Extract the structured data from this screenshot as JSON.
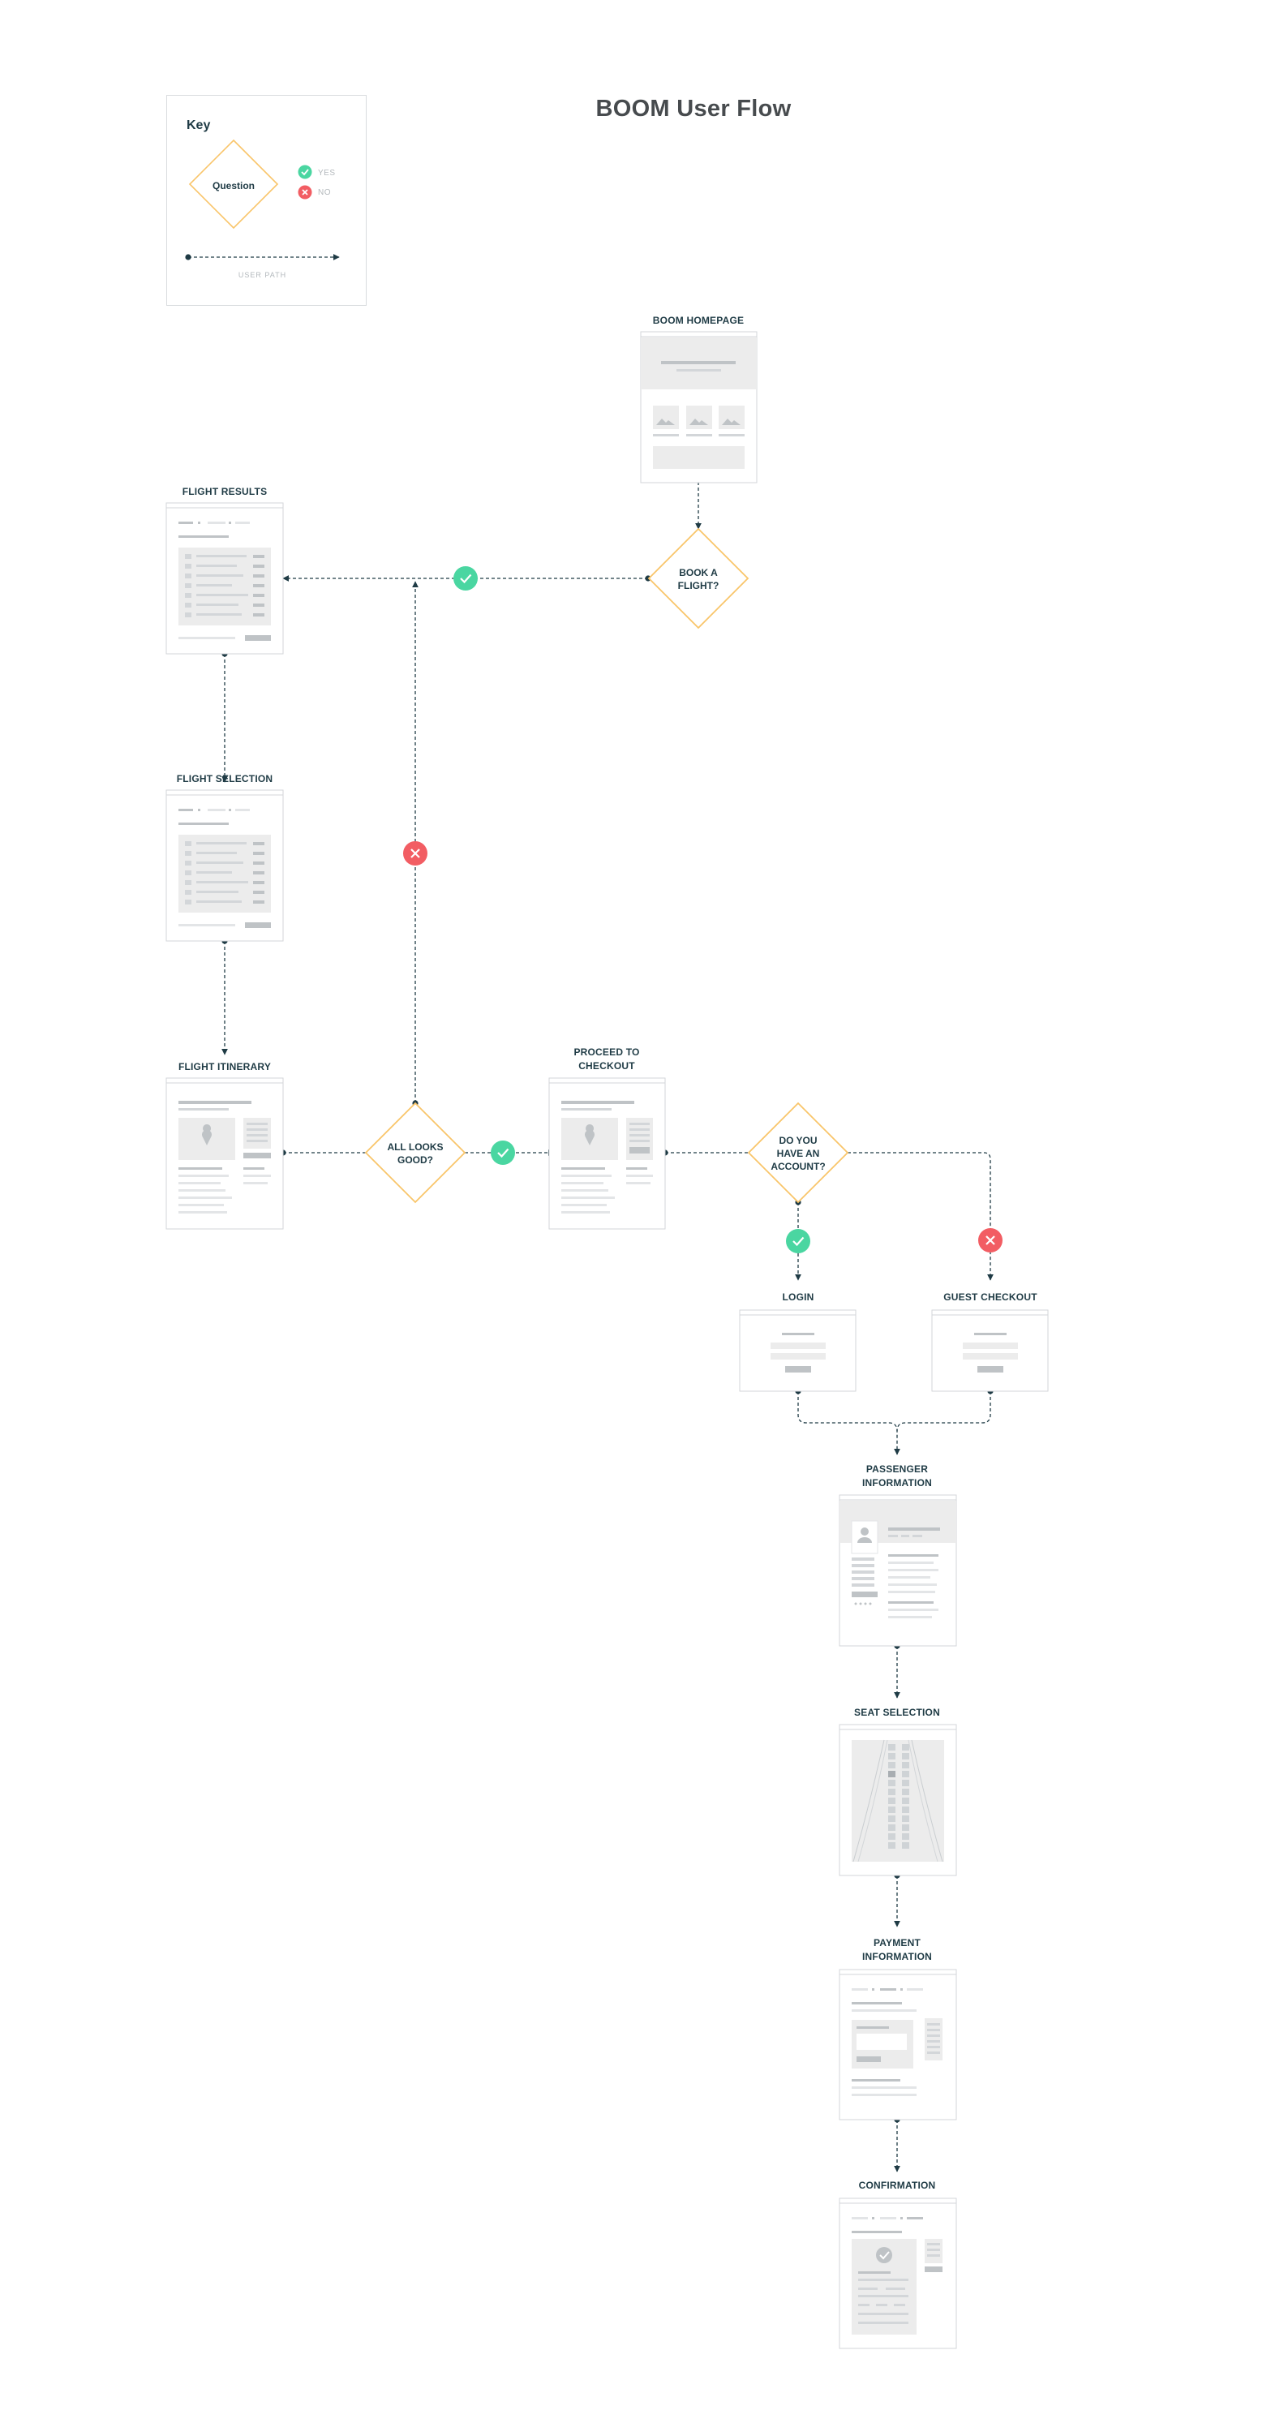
{
  "title": "BOOM User Flow",
  "key": {
    "title": "Key",
    "question_label": "Question",
    "yes_label": "YES",
    "no_label": "NO",
    "path_label": "USER PATH"
  },
  "screens": {
    "homepage": "BOOM HOMEPAGE",
    "flight_results": "FLIGHT RESULTS",
    "flight_selection": "FLIGHT SELECTION",
    "flight_itinerary": "FLIGHT ITINERARY",
    "proceed_to_checkout": "PROCEED TO CHECKOUT",
    "login": "LOGIN",
    "guest_checkout": "GUEST CHECKOUT",
    "passenger_information": "PASSENGER INFORMATION",
    "seat_selection": "SEAT SELECTION",
    "payment_information": "PAYMENT INFORMATION",
    "confirmation": "CONFIRMATION"
  },
  "decisions": {
    "book_a_flight": "BOOK A FLIGHT?",
    "all_looks_good": "ALL LOOKS GOOD?",
    "have_account": "DO YOU HAVE AN ACCOUNT?"
  },
  "colors": {
    "diamond_stroke": "#f9c56a",
    "yes": "#4ad6a1",
    "no": "#f25d63",
    "connector": "#1f3b45",
    "frame": "#d3d6d9",
    "placeholder": "#ececec",
    "bar": "#bfc3c6"
  },
  "icons": {
    "yes": "check-icon",
    "no": "x-icon"
  }
}
